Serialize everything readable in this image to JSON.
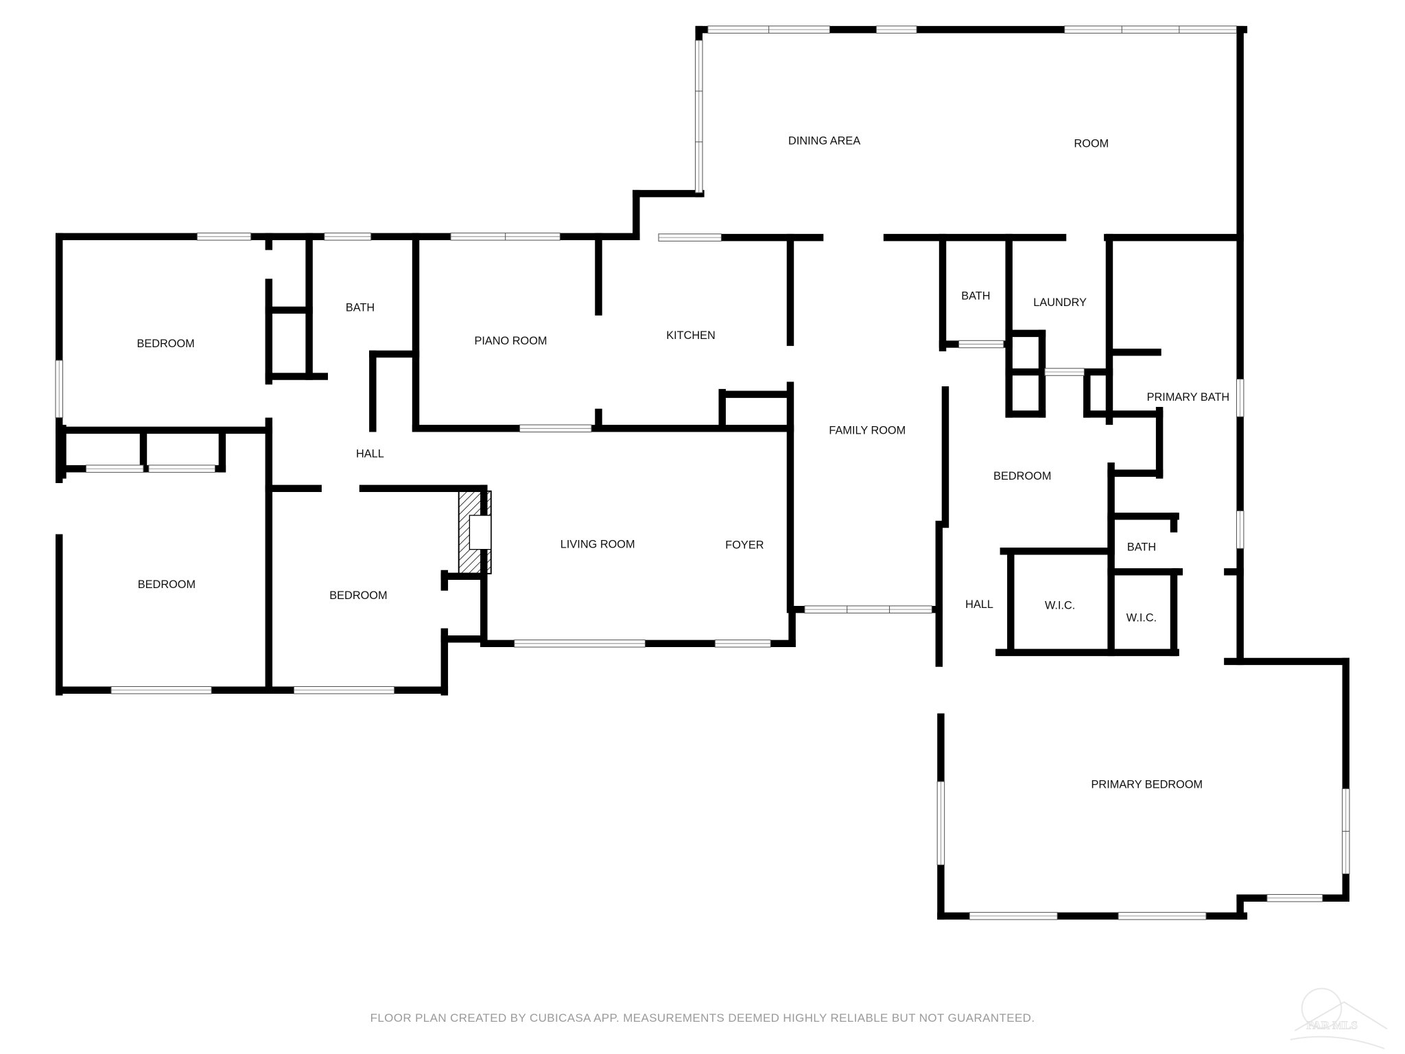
{
  "rooms": {
    "dining_area": "DINING AREA",
    "room": "ROOM",
    "bedroom_nw": "BEDROOM",
    "bath_w": "BATH",
    "piano_room": "PIANO ROOM",
    "kitchen": "KITCHEN",
    "family_room": "FAMILY ROOM",
    "bath_e": "BATH",
    "laundry": "LAUNDRY",
    "primary_bath": "PRIMARY BATH",
    "hall_w": "HALL",
    "bedroom_e": "BEDROOM",
    "bedroom_sw": "BEDROOM",
    "bedroom_s": "BEDROOM",
    "living_room": "LIVING ROOM",
    "foyer": "FOYER",
    "bath_small": "BATH",
    "hall_e": "HALL",
    "wic_1": "W.I.C.",
    "wic_2": "W.I.C.",
    "primary_bedroom": "PRIMARY BEDROOM"
  },
  "footer": "FLOOR PLAN CREATED BY CUBICASA APP. MEASUREMENTS DEEMED HIGHLY RELIABLE BUT NOT GUARANTEED.",
  "watermark": "PAR MLS"
}
